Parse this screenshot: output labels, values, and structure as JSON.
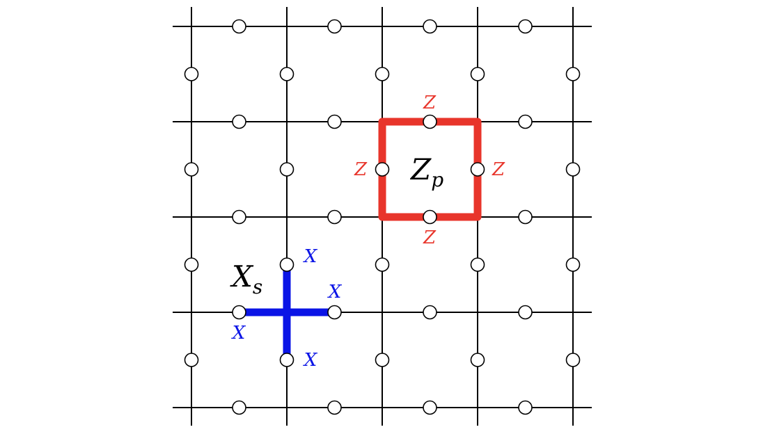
{
  "diagram": {
    "grid": {
      "columns": 5,
      "rows": 5,
      "line_color": "#000000",
      "qubit_fill": "#ffffff"
    },
    "plaquette_operator": {
      "label_main": "Z",
      "label_sub": "p",
      "edge_labels": {
        "top": "Z",
        "left": "Z",
        "right": "Z",
        "bottom": "Z"
      },
      "color": "#e8352b"
    },
    "star_operator": {
      "label_main": "X",
      "label_sub": "s",
      "edge_labels": {
        "top": "X",
        "right": "X",
        "left": "X",
        "bottom": "X"
      },
      "color": "#0a14e6"
    }
  }
}
